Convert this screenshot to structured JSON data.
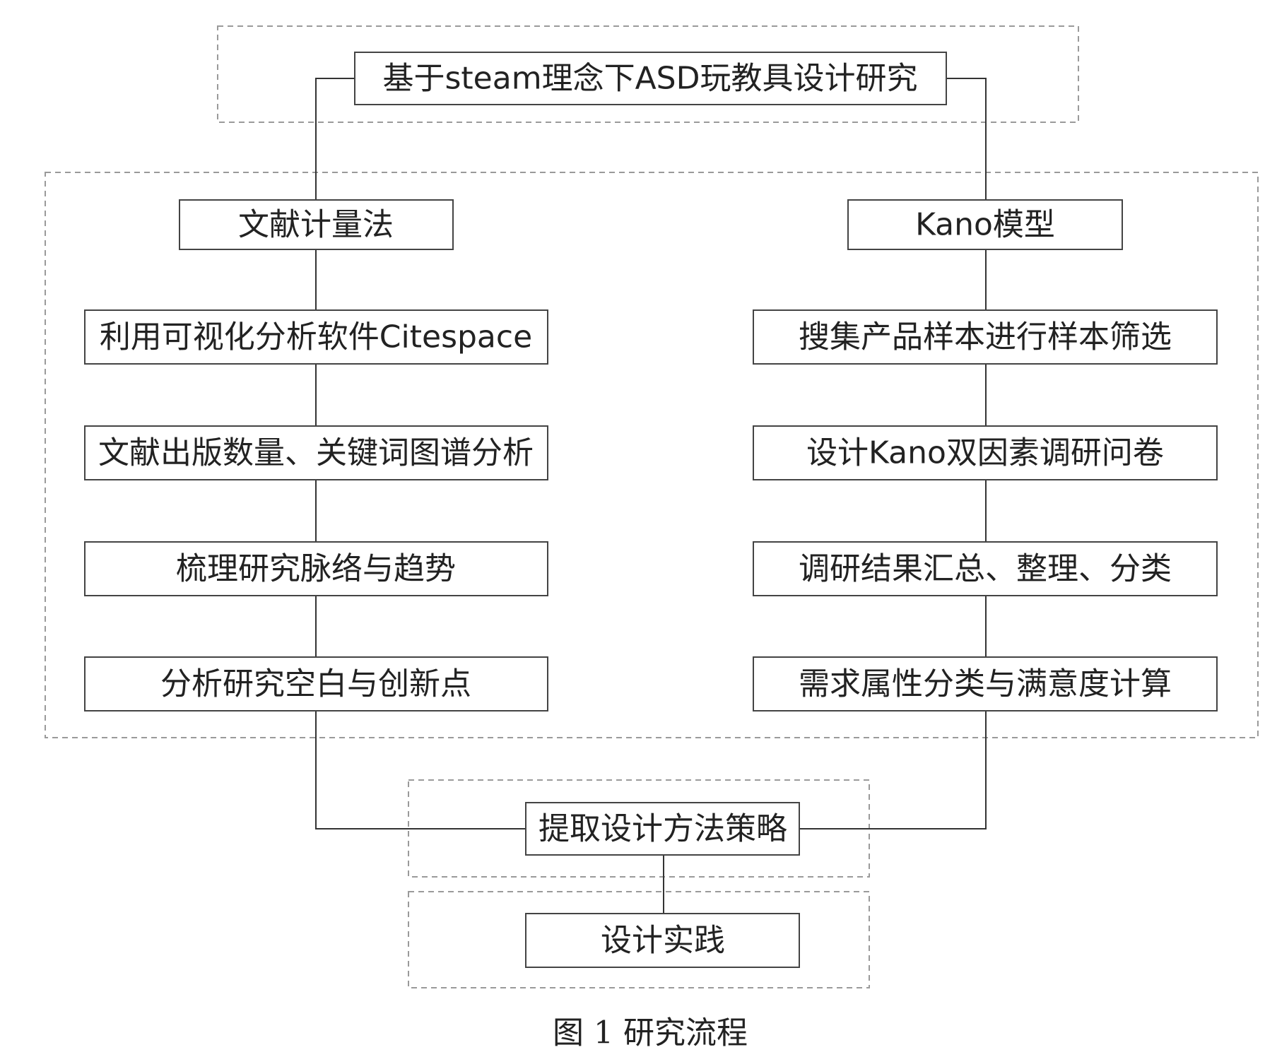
{
  "title": "基于steam理念下ASD玩教具设计研究",
  "left_branch": {
    "heading": "文献计量法",
    "steps": [
      "利用可视化分析软件Citespace",
      "文献出版数量、关键词图谱分析",
      "梳理研究脉络与趋势",
      "分析研究空白与创新点"
    ]
  },
  "right_branch": {
    "heading": "Kano模型",
    "steps": [
      "搜集产品样本进行样本筛选",
      "设计Kano双因素调研问卷",
      "调研结果汇总、整理、分类",
      "需求属性分类与满意度计算"
    ]
  },
  "strategy": "提取设计方法策略",
  "practice": "设计实践",
  "caption": "图 1 研究流程"
}
